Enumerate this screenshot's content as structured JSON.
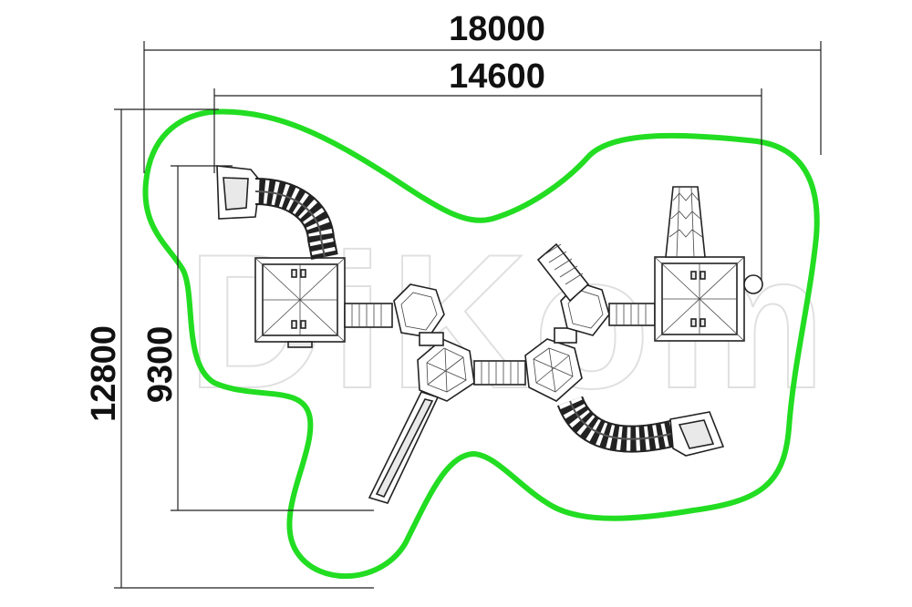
{
  "dimensions": {
    "overall_width": "18000",
    "platform_width": "14600",
    "overall_height": "12800",
    "platform_height": "9300"
  },
  "watermark": "DiKom",
  "colors": {
    "safety_zone": "#22dd22",
    "lines": "#222222",
    "watermark_outline": "#c8c8c8"
  }
}
